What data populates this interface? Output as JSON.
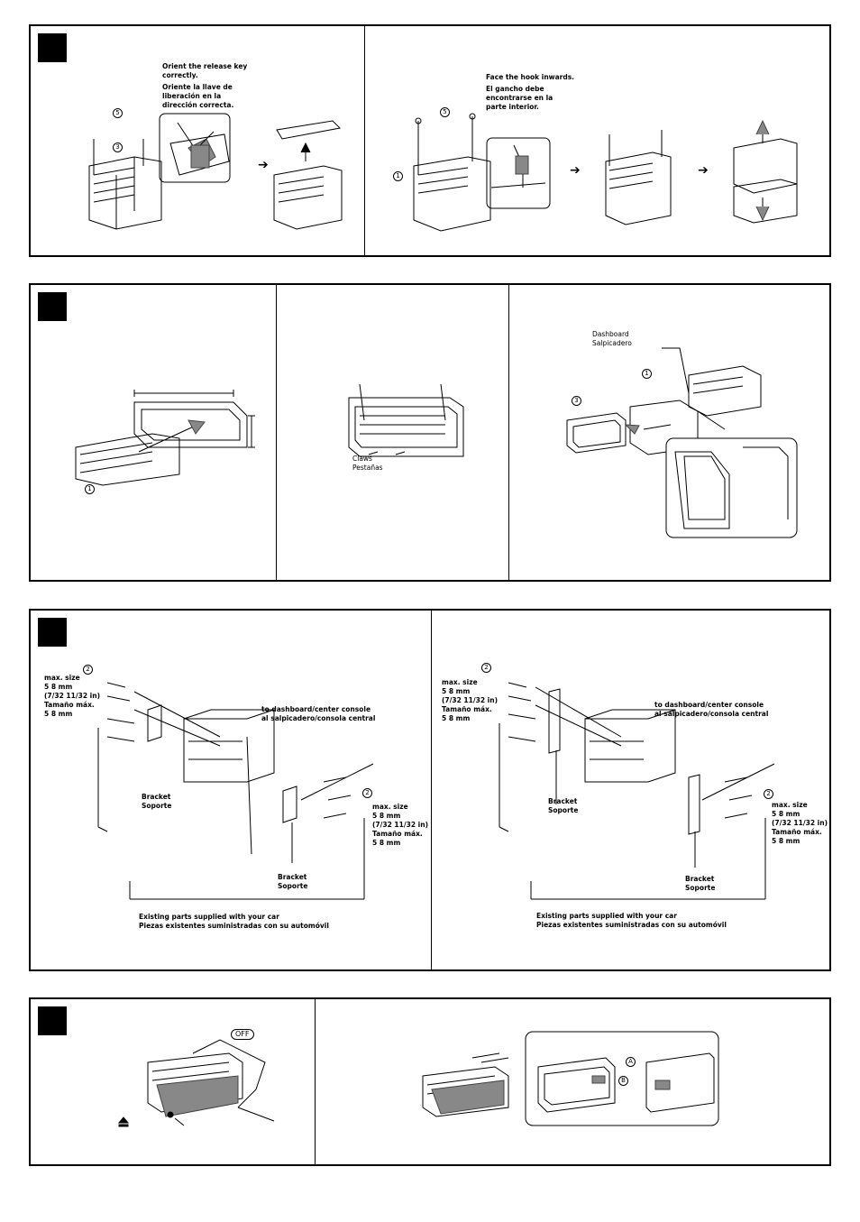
{
  "panel_a": {
    "left": {
      "label_en": "Orient the release key correctly.",
      "label_es": "Oriente la llave de liberación en la dirección correcta.",
      "num_5": "5",
      "num_3": "3",
      "arrow": "➔"
    },
    "right": {
      "label_en": "Face the hook inwards.",
      "label_es": "El gancho debe encontrarse en la parte interior.",
      "num_5": "5",
      "num_1": "1",
      "arrow1": "➔",
      "arrow2": "➔"
    }
  },
  "panel_b": {
    "left": {
      "num_1": "1"
    },
    "middle": {
      "claws_en": "Claws",
      "claws_es": "Pestañas"
    },
    "right": {
      "dash_en": "Dashboard",
      "dash_es": "Salpicadero",
      "num_1": "1",
      "num_3": "3"
    }
  },
  "panel_c": {
    "left": {
      "num_2a": "2",
      "maxsize_a": [
        "max. size",
        "5 8 mm",
        "(7/32 11/32 in)",
        "Tamaño máx.",
        "5 8 mm"
      ],
      "to_dash": [
        "to dashboard/center console",
        "al salpicadero/consola central"
      ],
      "bracket1": [
        "Bracket",
        "Soporte"
      ],
      "num_2b": "2",
      "maxsize_b": [
        "max. size",
        "5 8 mm",
        "(7/32 11/32 in)",
        "Tamaño máx.",
        "5 8 mm"
      ],
      "bracket2": [
        "Bracket",
        "Soporte"
      ],
      "existing": [
        "Existing parts supplied with your car",
        "Piezas existentes suministradas con su automóvil"
      ]
    },
    "right": {
      "num_2a": "2",
      "maxsize_a": [
        "max. size",
        "5 8 mm",
        "(7/32 11/32 in)",
        "Tamaño máx.",
        "5 8 mm"
      ],
      "to_dash": [
        "to dashboard/center console",
        "al salpicadero/consola central"
      ],
      "bracket1": [
        "Bracket",
        "Soporte"
      ],
      "num_2b": "2",
      "maxsize_b": [
        "max. size",
        "5 8 mm",
        "(7/32 11/32 in)",
        "Tamaño máx.",
        "5 8 mm"
      ],
      "bracket2": [
        "Bracket",
        "Soporte"
      ],
      "existing": [
        "Existing parts supplied with your car",
        "Piezas existentes suministradas con su automóvil"
      ]
    }
  },
  "panel_d": {
    "left": {
      "off": "OFF",
      "eject_icon": "eject-icon"
    },
    "right": {
      "label_a": "A",
      "label_b": "B"
    }
  }
}
